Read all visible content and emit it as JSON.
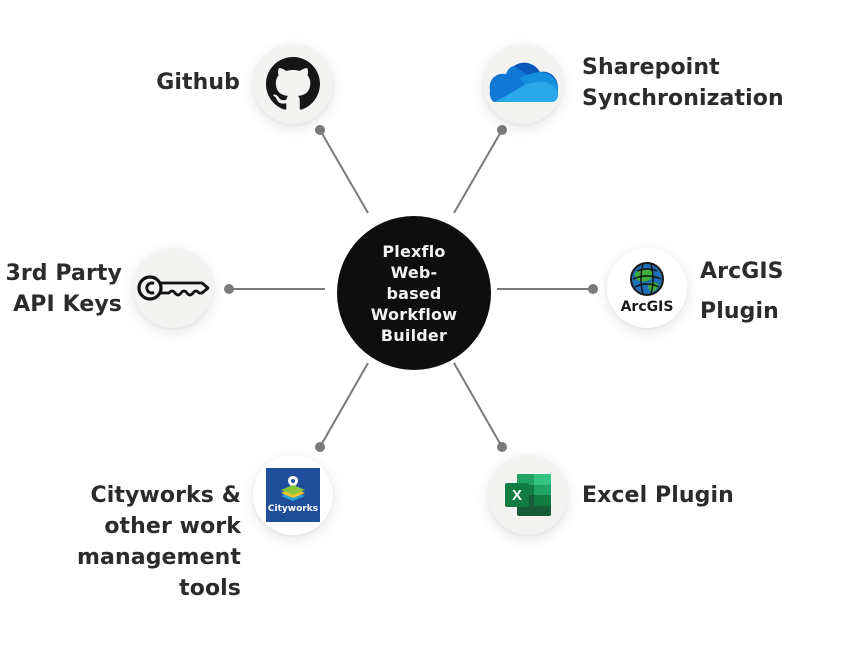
{
  "diagram": {
    "type": "hub-and-spoke",
    "center": {
      "label": "Plexflo\nWeb-\nbased\nWorkflow\nBuilder"
    },
    "nodes": [
      {
        "id": "github",
        "label": "Github",
        "icon": "github-icon",
        "position": "top-left"
      },
      {
        "id": "sharepoint",
        "label": "Sharepoint\nSynchronization",
        "icon": "onedrive-cloud-icon",
        "position": "top-right"
      },
      {
        "id": "api-keys",
        "label": "3rd Party\nAPI Keys",
        "icon": "key-icon",
        "position": "left"
      },
      {
        "id": "arcgis",
        "label": "ArcGIS\nPlugin",
        "icon": "arcgis-globe-icon",
        "icon_text": "ArcGIS",
        "position": "right"
      },
      {
        "id": "cityworks",
        "label": "Cityworks &\nother work\nmanagement\ntools",
        "icon": "cityworks-logo-icon",
        "icon_text": "Cityworks",
        "position": "bottom-left"
      },
      {
        "id": "excel",
        "label": "Excel Plugin",
        "icon": "excel-icon",
        "icon_text": "X",
        "position": "bottom-right"
      }
    ],
    "colors": {
      "hub_fill": "#0e0e0e",
      "hub_text": "#f2f2f2",
      "connector": "#7a7a7a",
      "label_text": "#2b2b2b",
      "node_fill": "#f3f4f1",
      "onedrive_blue": "#1e88e5",
      "excel_green": "#1d7044",
      "cityworks_blue": "#1f4f9a",
      "arcgis_green": "#2e9b3a"
    }
  }
}
